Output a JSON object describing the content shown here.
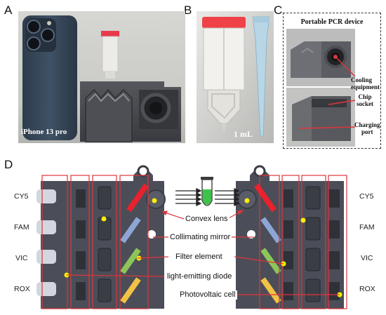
{
  "panels": {
    "a": "A",
    "b": "B",
    "c": "C",
    "d": "D"
  },
  "panel_a": {
    "phone_label": "iPhone 13 pro"
  },
  "panel_b": {
    "volume_label": "1 mL"
  },
  "panel_c": {
    "title": "Portable PCR device",
    "cooling_label_line1": "Cooling",
    "cooling_label_line2": "equipment",
    "socket_label_line1": "Chip",
    "socket_label_line2": "socket",
    "charging_label_line1": "Charging",
    "charging_label_line2": "port"
  },
  "panel_d": {
    "channels_left": [
      "CY5",
      "FAM",
      "VIC",
      "ROX"
    ],
    "channels_right": [
      "CY5",
      "FAM",
      "VIC",
      "ROX"
    ],
    "annotations": {
      "convex_lens": "Convex lens",
      "collimating_mirror": "Collimating mirror",
      "filter_element": "Filter element",
      "led": "light-emitting diode",
      "photovoltaic": "Photovoltaic cell"
    },
    "colors": {
      "housing": "#4a4d57",
      "housing_dark": "#2f3138",
      "outline": "#e0343c",
      "red_filter": "#e8222c",
      "blue_filter": "#8ea6d6",
      "green_filter": "#8cc55a",
      "yellow_filter": "#f1c244",
      "led_dot": "#ffee00",
      "tube_green": "#3fc24a"
    }
  }
}
